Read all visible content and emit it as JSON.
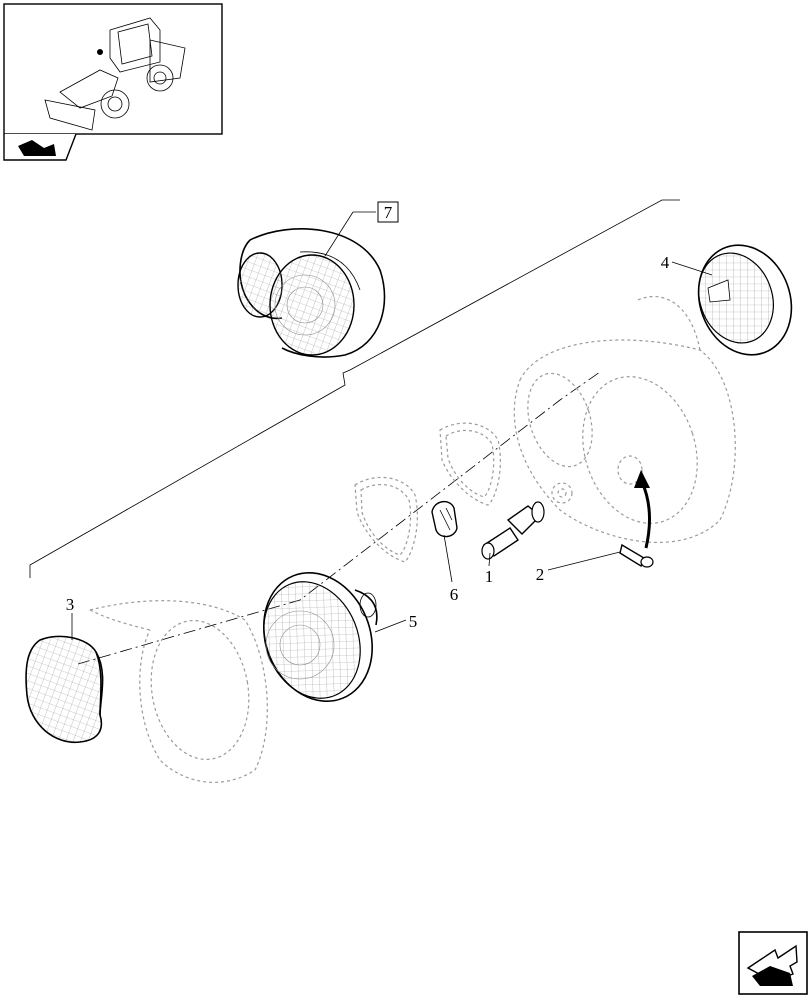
{
  "header": {
    "thumbnail_icon": "wheel-loader-icon",
    "nav_icon": "book-arrow-icon"
  },
  "footer": {
    "nav_icon": "next-page-arrow-icon"
  },
  "callouts": [
    {
      "id": "item-1",
      "label": "1"
    },
    {
      "id": "item-2",
      "label": "2"
    },
    {
      "id": "item-3",
      "label": "3"
    },
    {
      "id": "item-4",
      "label": "4"
    },
    {
      "id": "item-5",
      "label": "5"
    },
    {
      "id": "item-6",
      "label": "6"
    },
    {
      "id": "item-7",
      "label": "7",
      "boxed": true
    }
  ]
}
